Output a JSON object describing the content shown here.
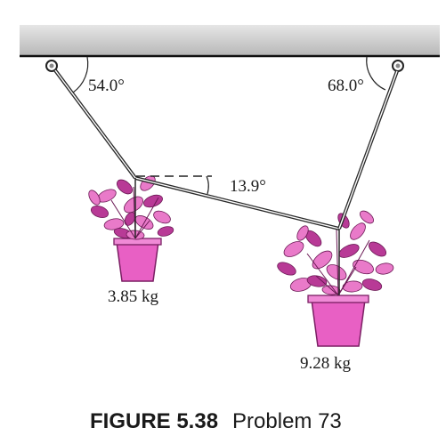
{
  "diagram": {
    "angles": {
      "left_ceiling": "54.0°",
      "right_ceiling": "68.0°",
      "middle_rope": "13.9°"
    },
    "masses": {
      "left_plant": "3.85 kg",
      "right_plant": "9.28 kg"
    },
    "colors": {
      "ceiling_top": "#d9d9d9",
      "ceiling_bottom": "#bdbdbd",
      "pot": "#e860c4",
      "pot_rim": "#f08ad6",
      "leaf_light": "#e97ac9",
      "leaf_dark": "#b83a96",
      "rope": "#2a2a2a"
    }
  },
  "caption": {
    "label": "FIGURE 5.38",
    "text": "Problem 73"
  }
}
